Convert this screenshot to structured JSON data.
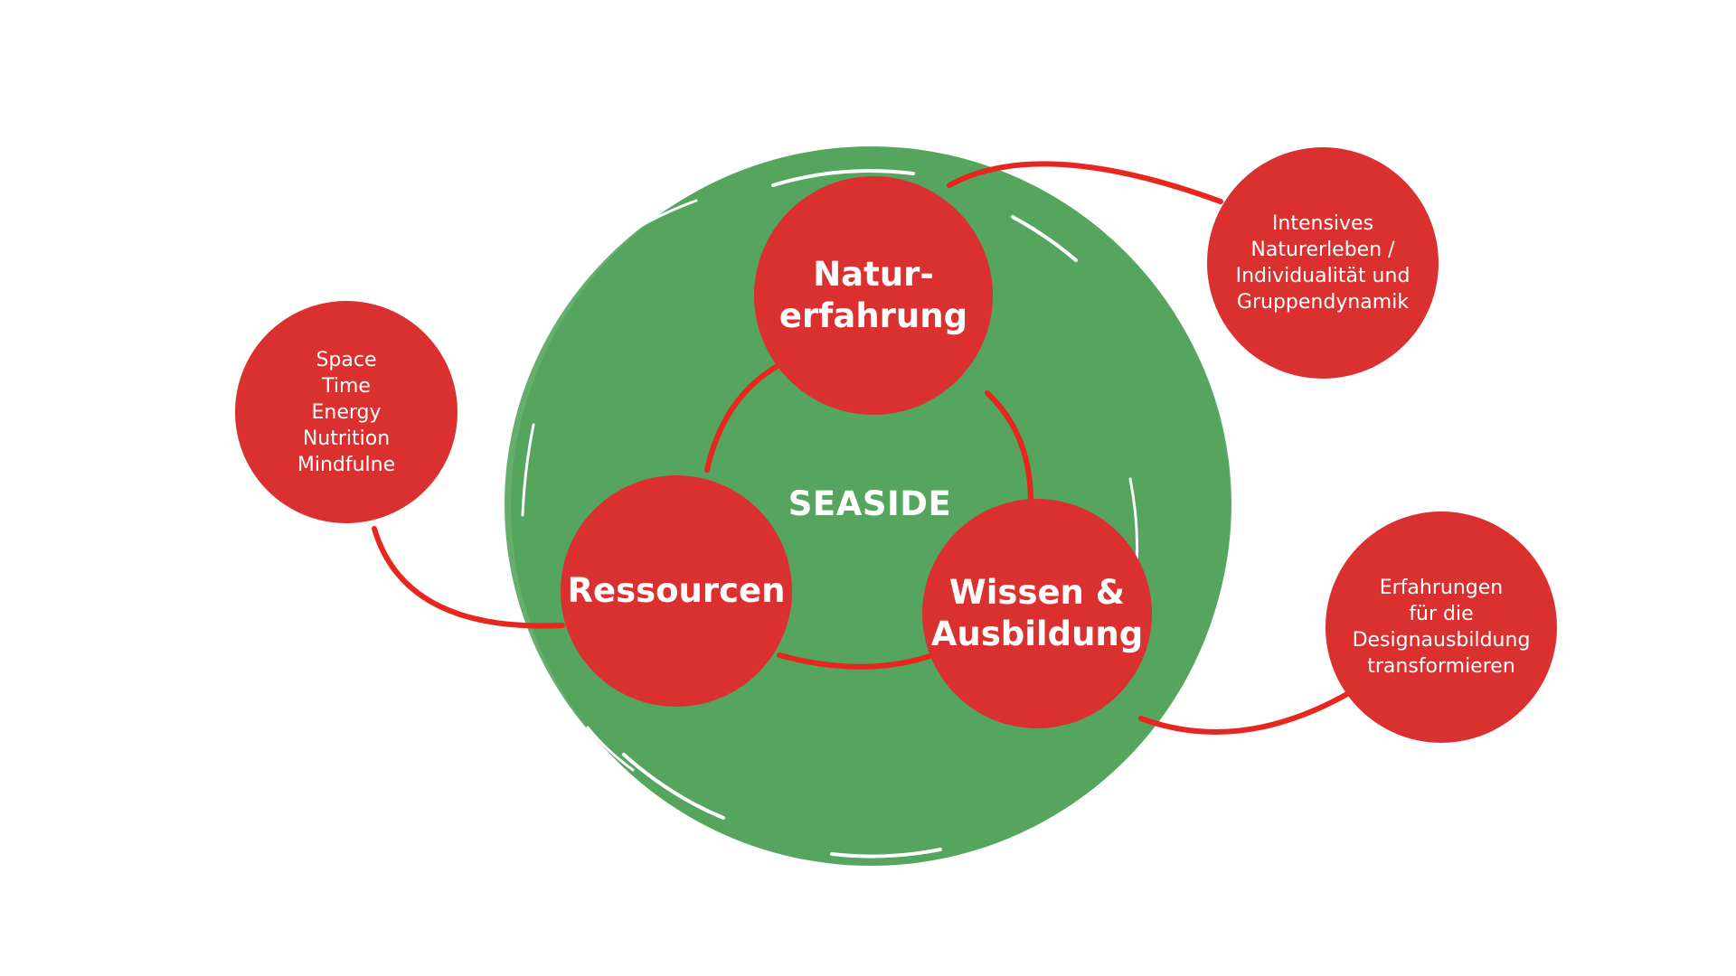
{
  "colors": {
    "big_circle": "#55a55e",
    "node": "#db3030",
    "connector": "#e6261f",
    "text": "#ffffff"
  },
  "center": {
    "label": "SEASIDE"
  },
  "main_nodes": {
    "natur": "Natur-\nerfahrung",
    "ressourcen": "Ressourcen",
    "wissen": "Wissen &\nAusbildung"
  },
  "outer_nodes": {
    "resources_detail": "Space\nTime\nEnergy\nNutrition\nMindfulne",
    "nature_detail": "Intensives\nNaturerleben /\nIndividualität und\nGruppendynamik",
    "education_detail": "Erfahrungen\nfür die\nDesignausbildung\ntransformieren"
  }
}
